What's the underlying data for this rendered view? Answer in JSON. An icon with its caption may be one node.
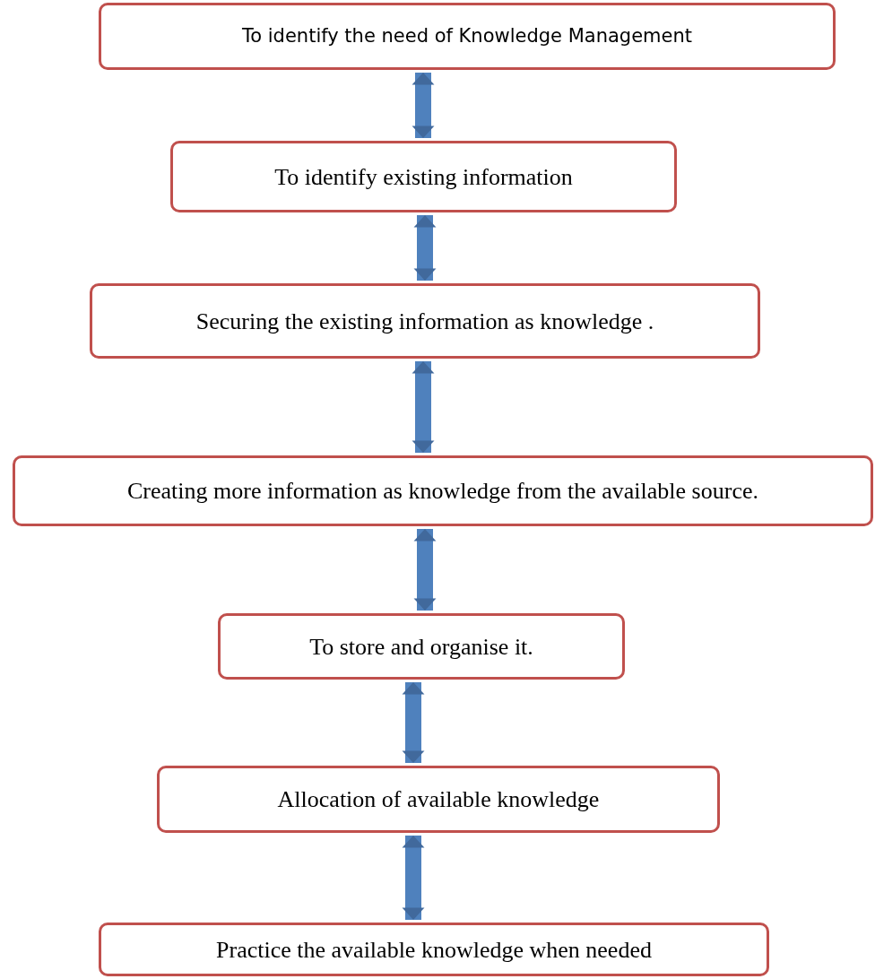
{
  "diagram": {
    "nodes": [
      {
        "text": [
          "To identify the need of Knowledge Management"
        ]
      },
      {
        "text": [
          "To identify existing information"
        ]
      },
      {
        "text": [
          "Securing the existing  information as knowledge ."
        ]
      },
      {
        "text": [
          "Creating more information as knowledge from the available source."
        ]
      },
      {
        "text": [
          "To store and organise it."
        ]
      },
      {
        "text": [
          "Allocation of available knowledge"
        ]
      },
      {
        "text": [
          "Practice the available knowledge when needed"
        ]
      }
    ],
    "edges": [
      {
        "from": 0,
        "to": 1,
        "arrow": "both"
      },
      {
        "from": 1,
        "to": 2,
        "arrow": "both"
      },
      {
        "from": 2,
        "to": 3,
        "arrow": "both"
      },
      {
        "from": 3,
        "to": 4,
        "arrow": "both"
      },
      {
        "from": 4,
        "to": 5,
        "arrow": "both"
      },
      {
        "from": 5,
        "to": 6,
        "arrow": "both"
      }
    ]
  }
}
